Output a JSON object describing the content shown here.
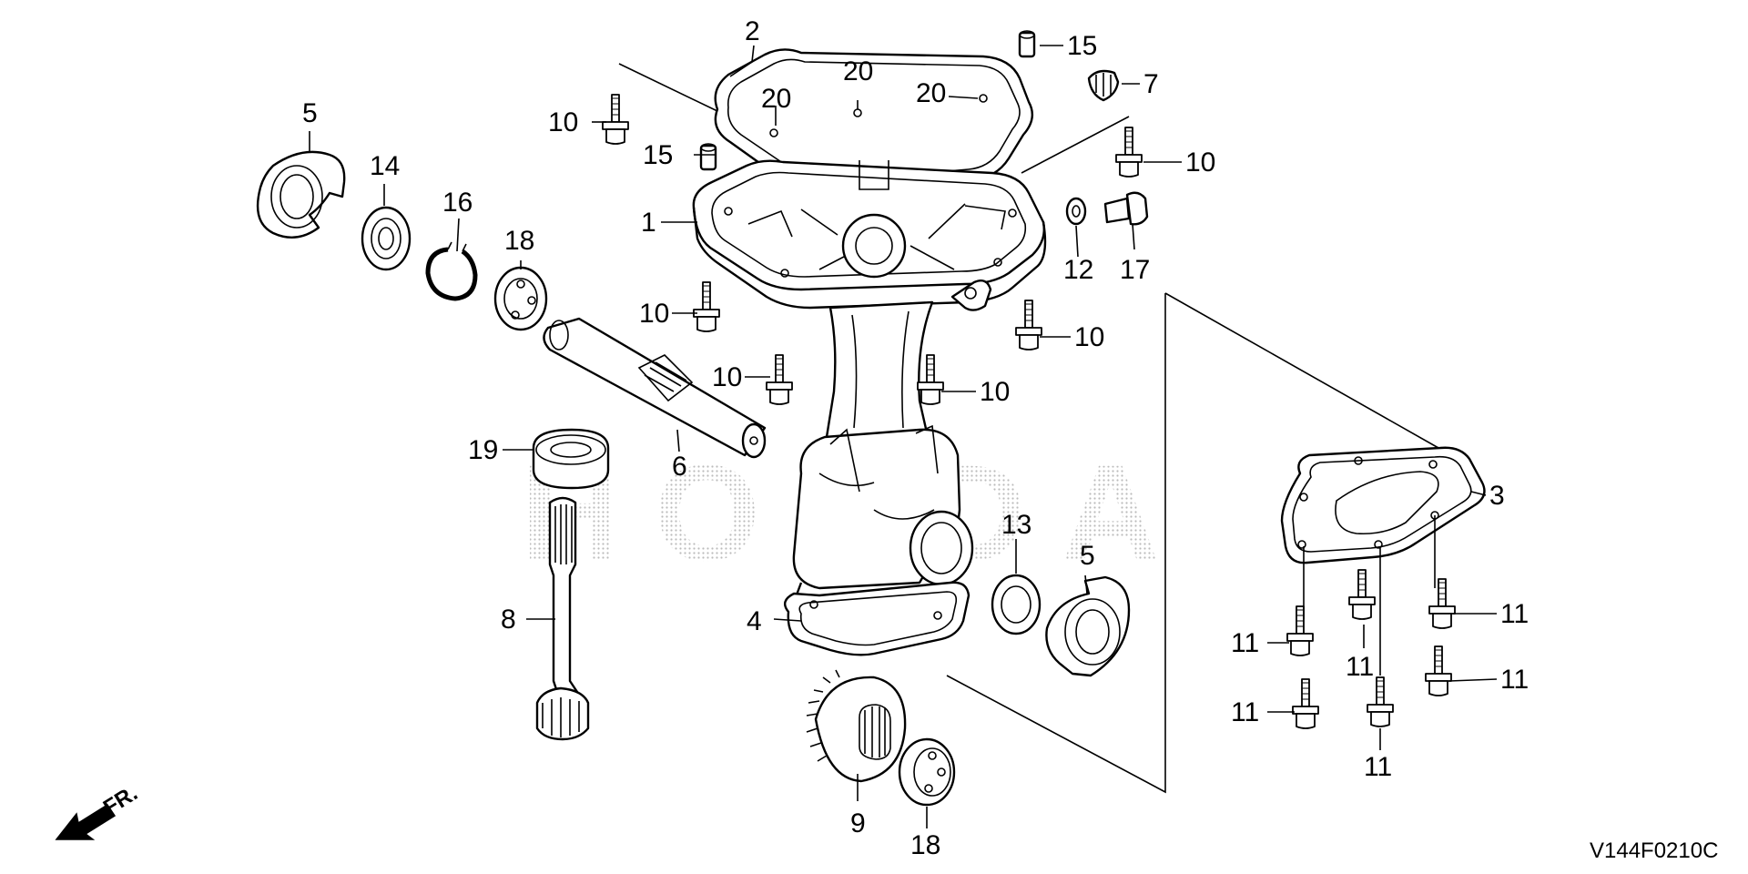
{
  "watermark": "HONDA",
  "diagram_code": "V144F0210C",
  "direction_label": "FR.",
  "callouts": [
    {
      "id": "c-1",
      "label": "1"
    },
    {
      "id": "c-2",
      "label": "2"
    },
    {
      "id": "c-3",
      "label": "3"
    },
    {
      "id": "c-4",
      "label": "4"
    },
    {
      "id": "c-5a",
      "label": "5"
    },
    {
      "id": "c-5b",
      "label": "5"
    },
    {
      "id": "c-6",
      "label": "6"
    },
    {
      "id": "c-7",
      "label": "7"
    },
    {
      "id": "c-8",
      "label": "8"
    },
    {
      "id": "c-9",
      "label": "9"
    },
    {
      "id": "c-10a",
      "label": "10"
    },
    {
      "id": "c-10b",
      "label": "10"
    },
    {
      "id": "c-10c",
      "label": "10"
    },
    {
      "id": "c-10d",
      "label": "10"
    },
    {
      "id": "c-10e",
      "label": "10"
    },
    {
      "id": "c-10f",
      "label": "10"
    },
    {
      "id": "c-11a",
      "label": "11"
    },
    {
      "id": "c-11b",
      "label": "11"
    },
    {
      "id": "c-11c",
      "label": "11"
    },
    {
      "id": "c-11d",
      "label": "11"
    },
    {
      "id": "c-11e",
      "label": "11"
    },
    {
      "id": "c-11f",
      "label": "11"
    },
    {
      "id": "c-12",
      "label": "12"
    },
    {
      "id": "c-13",
      "label": "13"
    },
    {
      "id": "c-14",
      "label": "14"
    },
    {
      "id": "c-15a",
      "label": "15"
    },
    {
      "id": "c-15b",
      "label": "15"
    },
    {
      "id": "c-16",
      "label": "16"
    },
    {
      "id": "c-17",
      "label": "17"
    },
    {
      "id": "c-18a",
      "label": "18"
    },
    {
      "id": "c-18b",
      "label": "18"
    },
    {
      "id": "c-19",
      "label": "19"
    },
    {
      "id": "c-20a",
      "label": "20"
    },
    {
      "id": "c-20b",
      "label": "20"
    },
    {
      "id": "c-20c",
      "label": "20"
    }
  ]
}
